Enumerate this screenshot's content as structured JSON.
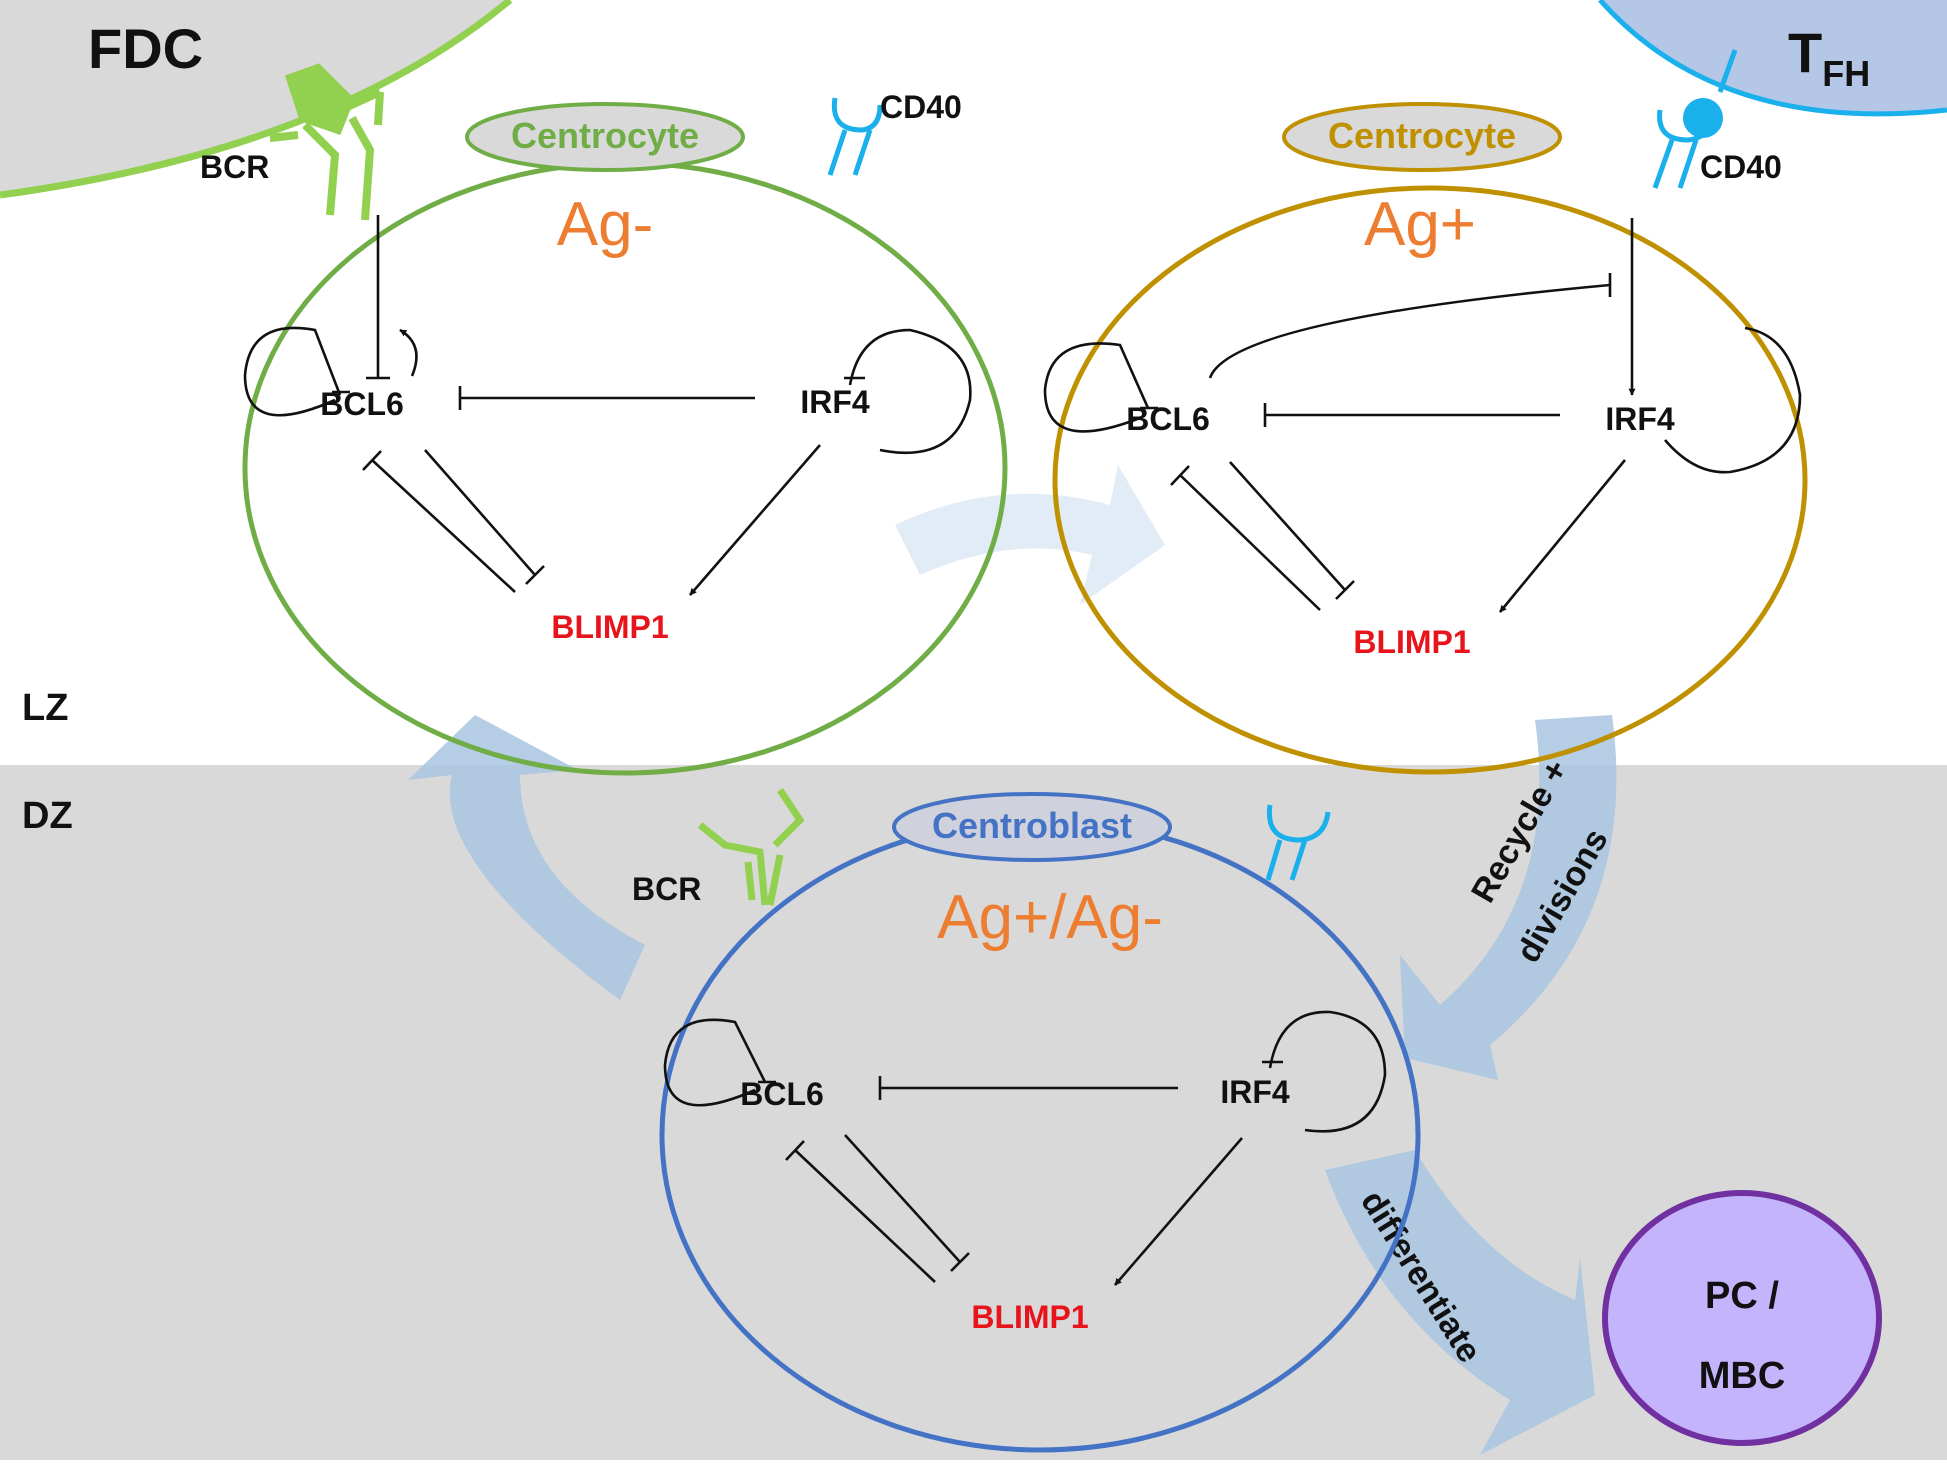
{
  "cells": {
    "fdc": {
      "label": "FDC"
    },
    "tfh": {
      "label": "T",
      "subscript": "FH"
    },
    "centrocyte_neg": {
      "name": "Centrocyte",
      "antigen": "Ag-",
      "bcr": "BCR",
      "cd40": "CD40"
    },
    "centrocyte_pos": {
      "name": "Centrocyte",
      "antigen": "Ag+",
      "cd40": "CD40"
    },
    "centroblast": {
      "name": "Centroblast",
      "antigen": "Ag+/Ag-",
      "bcr": "BCR"
    },
    "output": {
      "line1": "PC /",
      "line2": "MBC"
    }
  },
  "genes": {
    "bcl6": "BCL6",
    "irf4": "IRF4",
    "blimp1": "BLIMP1"
  },
  "zones": {
    "light": "LZ",
    "dark": "DZ"
  },
  "arrows": {
    "recycle_line1": "Recycle +",
    "recycle_line2": "divisions",
    "differentiate": "differentiate"
  },
  "colors": {
    "fdc_green": "#92d050",
    "centrocyte_neg_outline": "#70ad47",
    "centrocyte_pos_outline": "#bf9000",
    "centroblast_outline": "#4472c4",
    "tfh_blue": "#1ab0ec",
    "antigen_orange": "#ed7d31",
    "blimp1_red": "#e8141b",
    "output_fill": "#c3b4fc",
    "output_outline": "#7030a0",
    "dark_zone_bg": "#d9d9d9",
    "flow_arrow": "#a8c4e0"
  }
}
